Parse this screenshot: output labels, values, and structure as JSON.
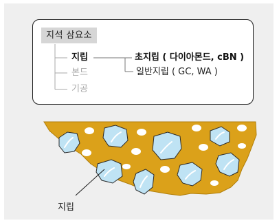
{
  "header": {
    "title": "지석 삼요소"
  },
  "elements": {
    "grain": "지립",
    "bond": "본드",
    "pore": "기공"
  },
  "grain_types": {
    "superabrasive": "초지립 ( 다이아몬드, cBN )",
    "conventional": "일반지립 ( GC, WA )"
  },
  "illustration": {
    "callout_label": "지립"
  },
  "colors": {
    "bond": "#dba11a",
    "grain_fill": "#bfe3f4",
    "pore": "#ffffff",
    "active_text": "#111111",
    "inactive_text": "#a9a9a9"
  }
}
